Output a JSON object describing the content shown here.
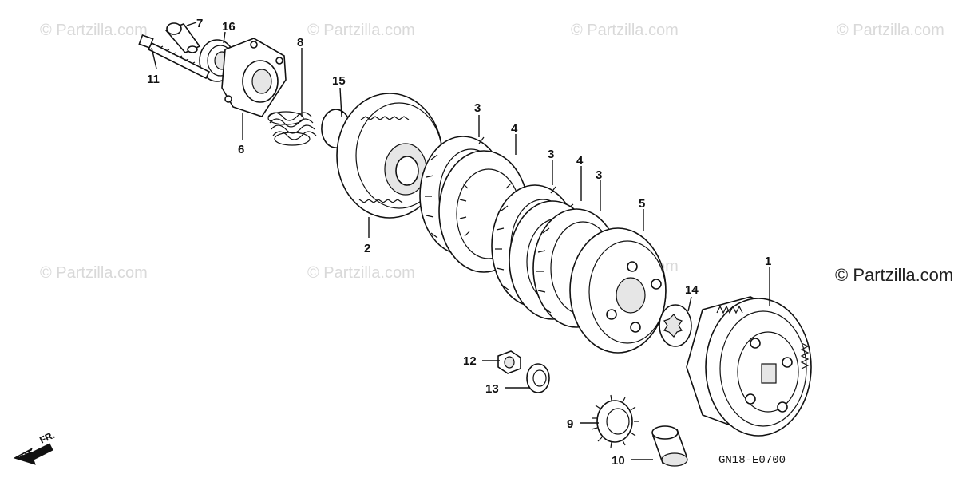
{
  "watermarks": [
    "© Partzilla.com",
    "© Partzilla.com",
    "© Partzilla.com",
    "© Partzilla.com",
    "© Partzilla.com",
    "© Partzilla.com",
    "© Partzilla.com"
  ],
  "watermark_prominent": "© Partzilla.com",
  "diagram_code": "GN18-E0700",
  "front_indicator": "FR.",
  "callouts": {
    "p1": "1",
    "p2": "2",
    "p3a": "3",
    "p3b": "3",
    "p3c": "3",
    "p4a": "4",
    "p4b": "4",
    "p5": "5",
    "p6": "6",
    "p7": "7",
    "p8": "8",
    "p9": "9",
    "p10": "10",
    "p11": "11",
    "p12": "12",
    "p13": "13",
    "p14": "14",
    "p15": "15",
    "p16": "16"
  },
  "colors": {
    "ink": "#111111",
    "watermark": "#d9d9d9",
    "background": "#ffffff"
  }
}
